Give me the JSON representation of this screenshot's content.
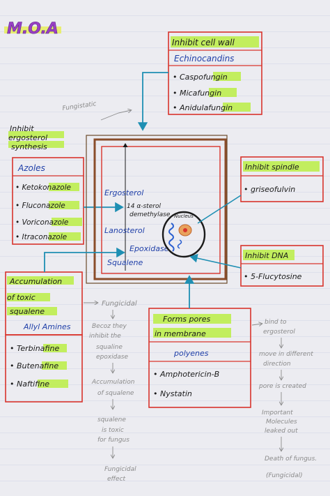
{
  "title": "M.O.A",
  "cell_wall": {
    "heading": "Inhibit cell wall",
    "class": "Echinocandins",
    "drugs": [
      "Caspofungin",
      "Micafungin",
      "Anidulafungin"
    ]
  },
  "fungistatic_note": "Fungistatic",
  "ergosterol": {
    "heading_line1": "Inhibit",
    "heading_line2": "ergosterol",
    "heading_line3": "synthesis"
  },
  "azoles": {
    "class": "Azoles",
    "drugs": [
      "Ketokonazole",
      "Fluconazole",
      "Voriconazole",
      "Itraconazole"
    ]
  },
  "spindle": {
    "heading": "Inhibit spindle",
    "drug": "griseofulvin"
  },
  "dna": {
    "heading": "Inhibit DNA",
    "drug": "5-Flucytosine"
  },
  "cell": {
    "ergosterol": "Ergosterol",
    "enzyme_line1": "14 α-sterol",
    "enzyme_line2": "demethylase",
    "lanosterol": "Lanosterol",
    "epoxidase": "Epoxidase",
    "squalene": "Squalene",
    "nucleus": "Nucleus"
  },
  "squalene_box": {
    "heading_line1": "Accumulation",
    "heading_line2": "of toxic",
    "heading_line3": "squalene",
    "class": "Allyl Amines",
    "drugs": [
      "Terbinafine",
      "Butenafine",
      "Naftifine"
    ]
  },
  "fungicidal_note": {
    "label": "Fungicidal",
    "steps": [
      "Becoz they",
      "inhibit the",
      "squaline",
      "epoxidase",
      "Accumulation",
      "of squalene",
      "squalene",
      "is toxic",
      "for fungus",
      "Fungicidal",
      "effect"
    ]
  },
  "pores_box": {
    "heading_line1": "Forms pores",
    "heading_line2": "in membrane",
    "class": "polyenes",
    "drugs": [
      "Amphotericin-B",
      "Nystatin"
    ]
  },
  "polyene_note": {
    "steps": [
      "bind to",
      "ergosterol",
      "move in different",
      "direction",
      "pore is created",
      "Important",
      "Molecules",
      "leaked out",
      "Death of fungus.",
      "(Fungicidal)"
    ]
  },
  "colors": {
    "box_red": "#d8342c",
    "ink_blue": "#1f3fa8",
    "ink_black": "#1a1a1a",
    "highlight_green": "#b8ef3a",
    "arrow_teal": "#1e8fb3",
    "wall_brown": "#8a4d2a",
    "pencil_gray": "#8a8a8a"
  }
}
